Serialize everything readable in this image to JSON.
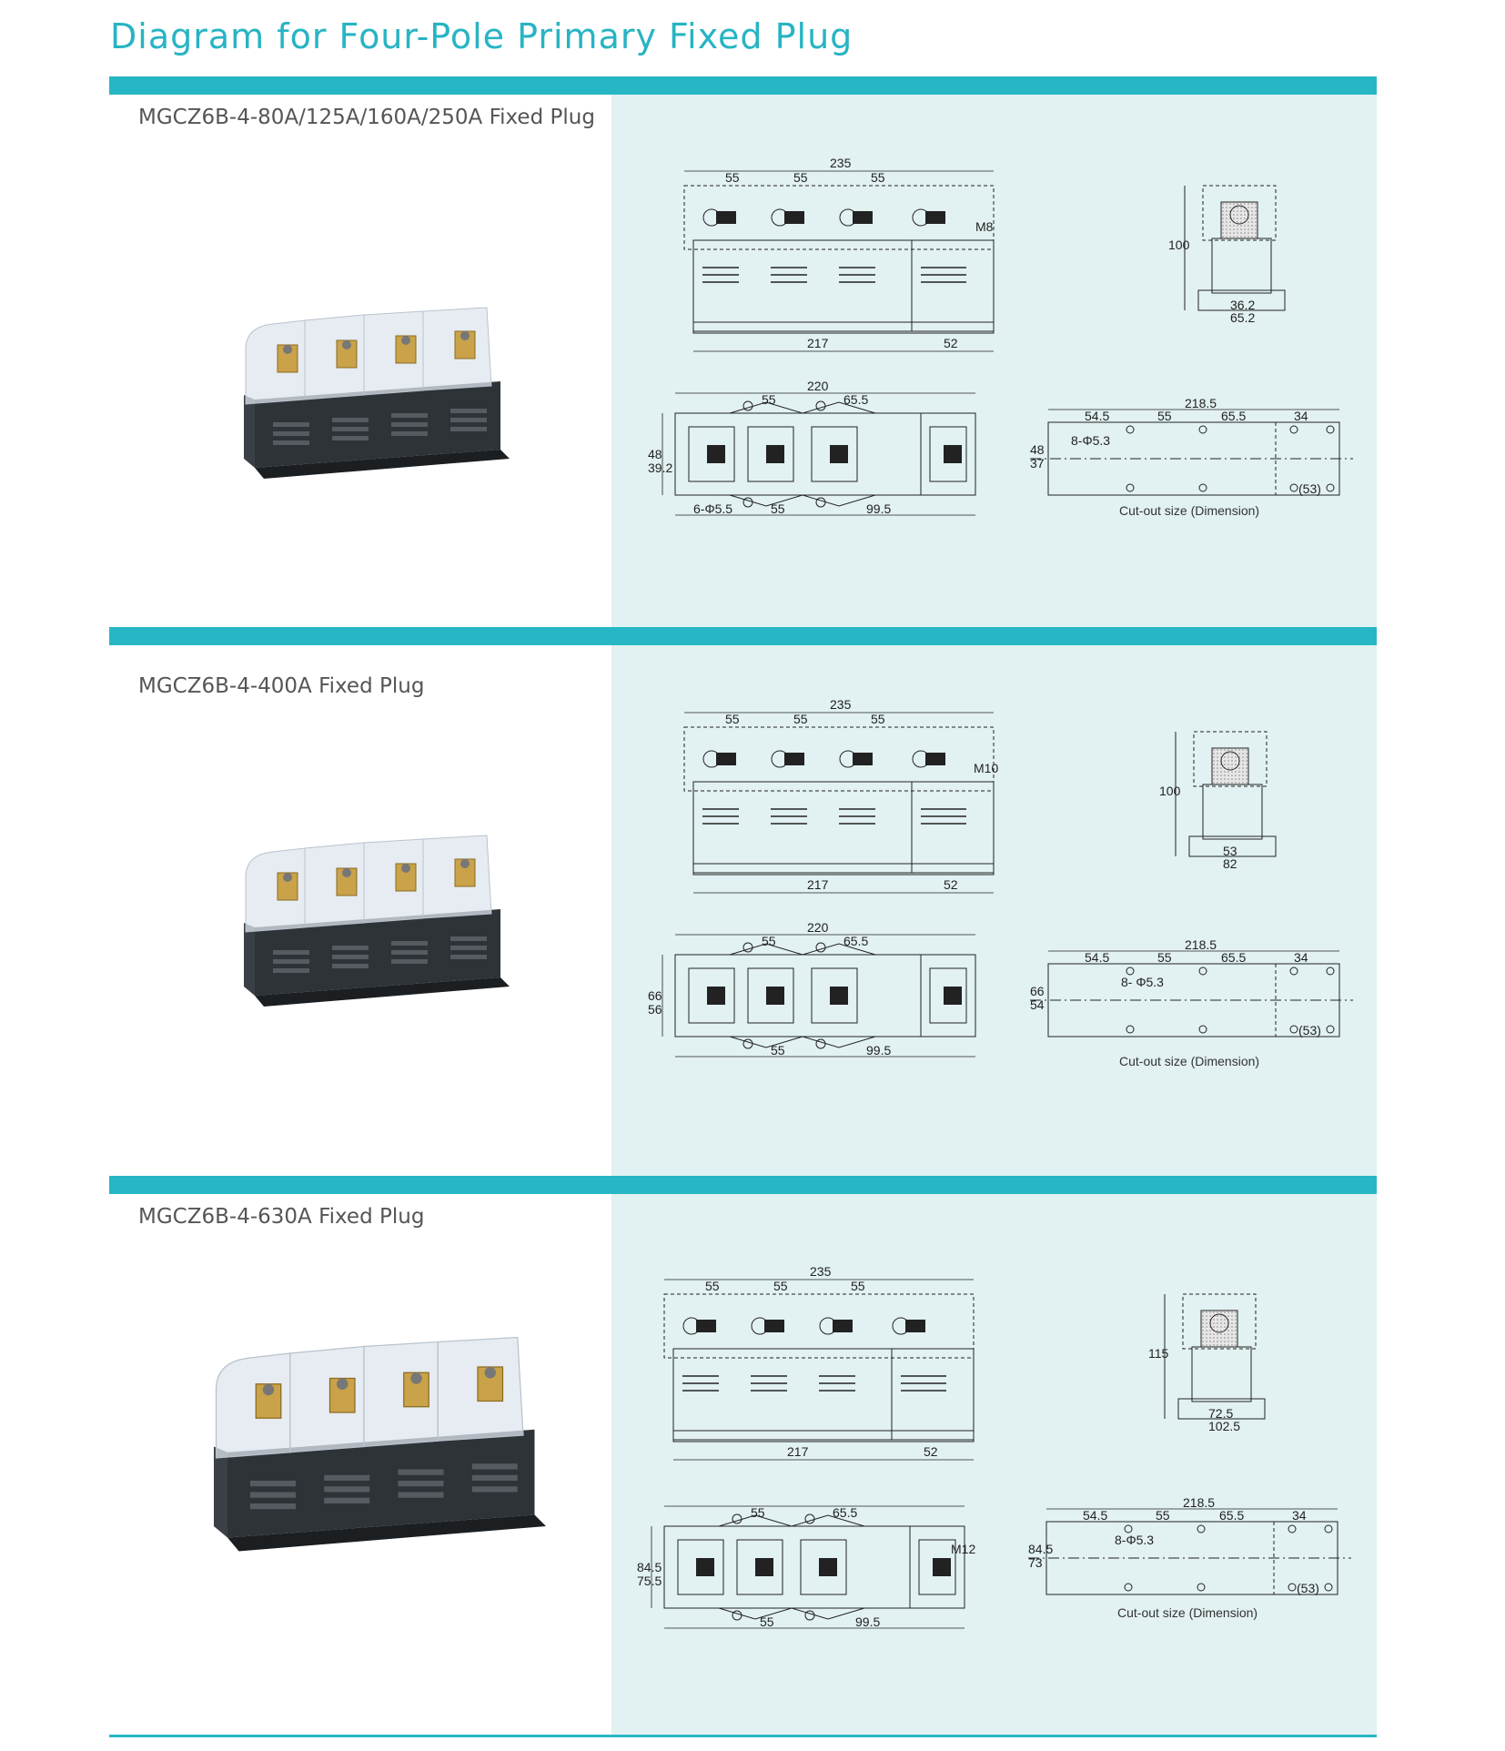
{
  "title": "Diagram for Four-Pole Primary Fixed Plug",
  "colors": {
    "accent": "#27b7c4",
    "panel": "#e2f1f2"
  },
  "sections": [
    {
      "model": "MGCZ6B-4-80A/125A/160A/250A Fixed Plug",
      "front": {
        "total": "235",
        "p1": "55",
        "p2": "55",
        "p3": "55",
        "thread": "M8",
        "base": "217",
        "last": "52"
      },
      "side": {
        "height": "100",
        "w1": "36.2",
        "w2": "65.2"
      },
      "top": {
        "total": "220",
        "p1": "55",
        "p2": "65.5",
        "h1": "48",
        "h2": "39.2",
        "holes": "6-Φ5.5",
        "b1": "55",
        "b2": "99.5"
      },
      "cutout": {
        "total": "218.5",
        "a": "54.5",
        "b": "55",
        "c": "65.5",
        "d": "34",
        "holes": "8-Φ5.3",
        "h1": "48",
        "h2": "37",
        "ref": "(53)",
        "caption": "Cut-out size (Dimension)"
      }
    },
    {
      "model": "MGCZ6B-4-400A Fixed Plug",
      "front": {
        "total": "235",
        "p1": "55",
        "p2": "55",
        "p3": "55",
        "thread": "M10",
        "base": "217",
        "last": "52"
      },
      "side": {
        "height": "100",
        "w1": "53",
        "w2": "82"
      },
      "top": {
        "total": "220",
        "p1": "55",
        "p2": "65.5",
        "h1": "66",
        "h2": "56",
        "holes": "",
        "b1": "55",
        "b2": "99.5"
      },
      "cutout": {
        "total": "218.5",
        "a": "54.5",
        "b": "55",
        "c": "65.5",
        "d": "34",
        "holes": "8- Φ5.3",
        "h1": "66",
        "h2": "54",
        "ref": "(53)",
        "caption": "Cut-out size (Dimension)"
      }
    },
    {
      "model": "MGCZ6B-4-630A Fixed Plug",
      "front": {
        "total": "235",
        "p1": "55",
        "p2": "55",
        "p3": "55",
        "thread": "",
        "base": "217",
        "last": "52"
      },
      "side": {
        "height": "115",
        "w1": "72.5",
        "w2": "102.5"
      },
      "top": {
        "total": "",
        "p1": "55",
        "p2": "65.5",
        "h1": "84.5",
        "h2": "75.5",
        "holes": "M12",
        "b1": "55",
        "b2": "99.5"
      },
      "cutout": {
        "total": "218.5",
        "a": "54.5",
        "b": "55",
        "c": "65.5",
        "d": "34",
        "holes": "8-Φ5.3",
        "h1": "84.5",
        "h2": "73",
        "ref": "(53)",
        "caption": "Cut-out size (Dimension)"
      }
    }
  ]
}
